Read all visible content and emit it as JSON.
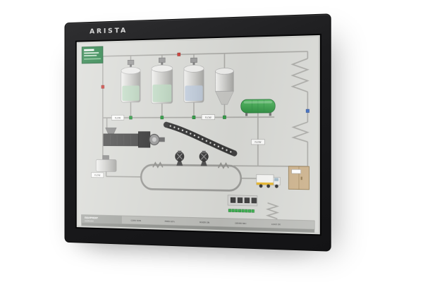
{
  "monitor": {
    "brand": "ARISTA"
  },
  "screen": {
    "flow_labels": [
      "FLOW",
      "FLOW",
      "FLOW",
      "FLOW"
    ],
    "status_bar": {
      "title": "EQUIPMENT",
      "subtitle": "OVERVIEW",
      "fields": [
        "CONV RUN",
        "FEED 62%",
        "MIXER ON",
        "DRYER 84C",
        "LOAD OK"
      ]
    },
    "colors": {
      "accent_green": "#2f9e44",
      "screen_background": "#d8d9d5",
      "bezel": "#1c1c1e"
    }
  }
}
